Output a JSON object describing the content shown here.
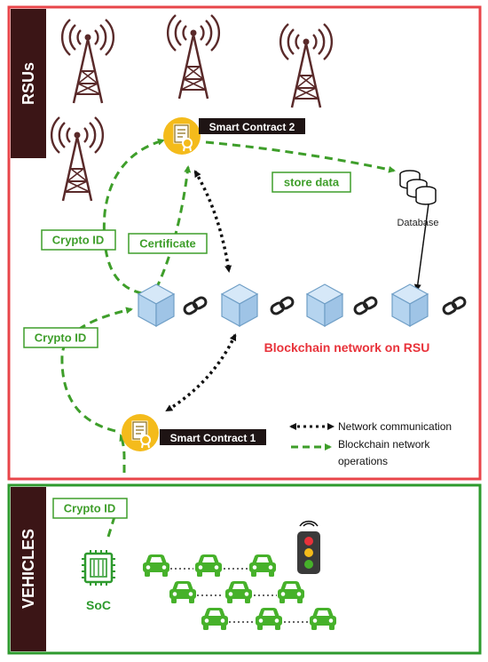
{
  "sections": {
    "rsus": {
      "label": "RSUs"
    },
    "vehicles": {
      "label": "VEHICLES"
    }
  },
  "smart_contracts": [
    {
      "label": "Smart Contract 2"
    },
    {
      "label": "Smart Contract 1"
    }
  ],
  "edge_labels": {
    "store_data": "store data",
    "crypto_id_top": "Crypto ID",
    "certificate": "Certificate",
    "crypto_id_mid": "Crypto ID",
    "crypto_id_vehicle": "Crypto ID"
  },
  "database": {
    "label": "Database"
  },
  "blockchain": {
    "label": "Blockchain network on RSU",
    "blocks": 4
  },
  "legend": {
    "network": "Network communication",
    "blockchain_line1": "Blockchain network",
    "blockchain_line2": "operations"
  },
  "soc": {
    "label": "SoC"
  },
  "colors": {
    "rsu_border": "#e8454a",
    "vehicle_border": "#2e9a2e",
    "section_bar": "#3b1516",
    "green": "#3e9e2a",
    "car": "#46b12a",
    "block": "#b9d8f2",
    "contract": "#f4bb1b",
    "red_text": "#e8323a"
  }
}
